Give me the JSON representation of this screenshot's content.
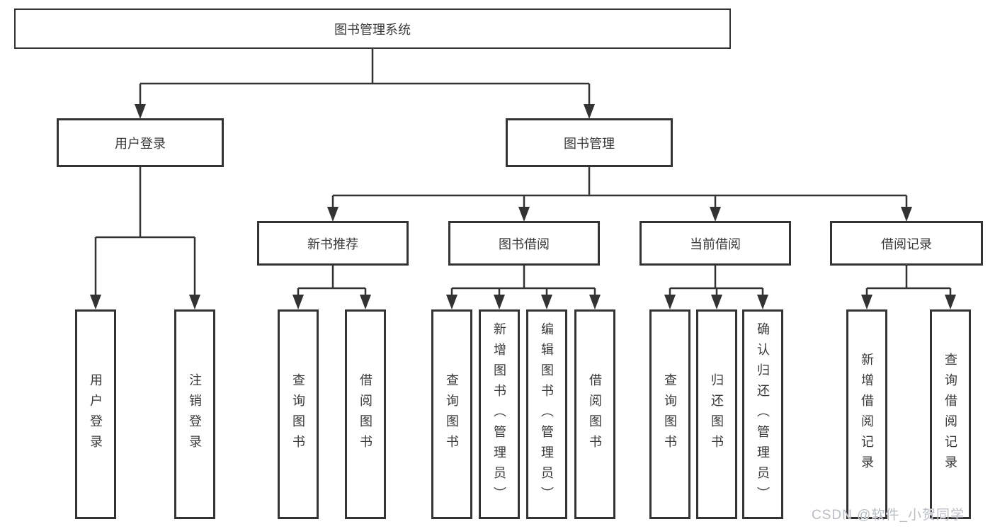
{
  "diagram": {
    "title": "图书管理系统",
    "watermark": "CSDN @软件_小贺同学",
    "colors": {
      "line": "#333333",
      "text": "#3a3a3a",
      "background": "#ffffff",
      "watermark": "#b9bdc3"
    },
    "nodes": {
      "root": {
        "label": "图书管理系统",
        "parent": null
      },
      "user_login": {
        "label": "用户登录",
        "parent": "root"
      },
      "book_mgmt": {
        "label": "图书管理",
        "parent": "root"
      },
      "new_book_rec": {
        "label": "新书推荐",
        "parent": "book_mgmt"
      },
      "book_borrow": {
        "label": "图书借阅",
        "parent": "book_mgmt"
      },
      "current_borrow": {
        "label": "当前借阅",
        "parent": "book_mgmt"
      },
      "borrow_records": {
        "label": "借阅记录",
        "parent": "book_mgmt"
      },
      "leaf_user_login": {
        "label": "用户登录",
        "parent": "user_login"
      },
      "leaf_logout": {
        "label": "注销登录",
        "parent": "user_login"
      },
      "leaf_query_book_rec": {
        "label": "查询图书",
        "parent": "new_book_rec"
      },
      "leaf_borrow_book_rec": {
        "label": "借阅图书",
        "parent": "new_book_rec"
      },
      "leaf_query_book_borrow": {
        "label": "查询图书",
        "parent": "book_borrow"
      },
      "leaf_add_book": {
        "label": "新增图书（管理员）",
        "parent": "book_borrow"
      },
      "leaf_edit_book": {
        "label": "编辑图书（管理员）",
        "parent": "book_borrow"
      },
      "leaf_borrow_book": {
        "label": "借阅图书",
        "parent": "book_borrow"
      },
      "leaf_query_book_current": {
        "label": "查询图书",
        "parent": "current_borrow"
      },
      "leaf_return_book": {
        "label": "归还图书",
        "parent": "current_borrow"
      },
      "leaf_confirm_return": {
        "label": "确认归还（管理员）",
        "parent": "current_borrow"
      },
      "leaf_add_record": {
        "label": "新增借阅记录",
        "parent": "borrow_records"
      },
      "leaf_query_record": {
        "label": "查询借阅记录",
        "parent": "borrow_records"
      }
    }
  }
}
